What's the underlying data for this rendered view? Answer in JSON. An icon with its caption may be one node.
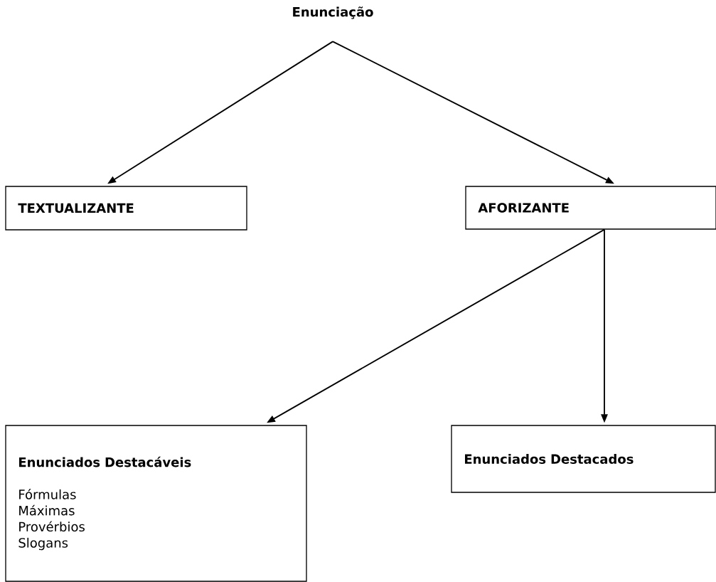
{
  "diagram": {
    "nodes": [
      {
        "text": [
          "Enunciação"
        ]
      },
      {
        "text": [
          "TEXTUALIZANTE"
        ]
      },
      {
        "text": [
          "AFORIZANTE"
        ]
      },
      {
        "text": [
          "Enunciados Destacáveis",
          "Fórmulas",
          "Máximas",
          "Provérbios",
          "Slogans"
        ]
      },
      {
        "text": [
          "Enunciados Destacados"
        ]
      }
    ],
    "edges": [
      {
        "from": 0,
        "to": 1,
        "arrow": "to"
      },
      {
        "from": 0,
        "to": 2,
        "arrow": "to"
      },
      {
        "from": 2,
        "to": 3,
        "arrow": "to"
      },
      {
        "from": 2,
        "to": 4,
        "arrow": "to"
      }
    ]
  }
}
